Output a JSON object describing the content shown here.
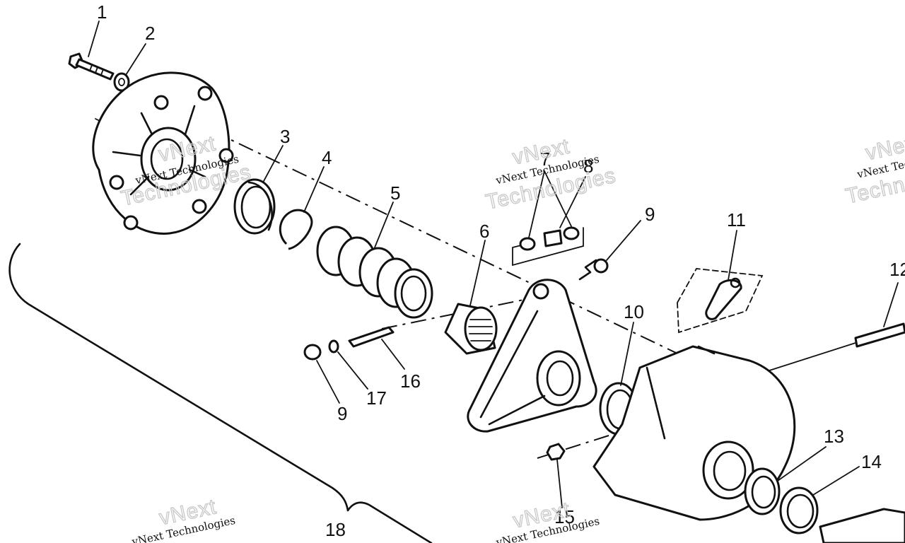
{
  "callouts": {
    "c1": "1",
    "c2": "2",
    "c3": "3",
    "c4": "4",
    "c5": "5",
    "c6": "6",
    "c7": "7",
    "c8": "8",
    "c9a": "9",
    "c9b": "9",
    "c10": "10",
    "c11": "11",
    "c12": "12",
    "c13": "13",
    "c14": "14",
    "c15": "15",
    "c16": "16",
    "c17": "17",
    "c18": "18"
  },
  "watermark": {
    "line1": "vNext Technologies",
    "line2": "Technologies",
    "line3": "vNext"
  }
}
